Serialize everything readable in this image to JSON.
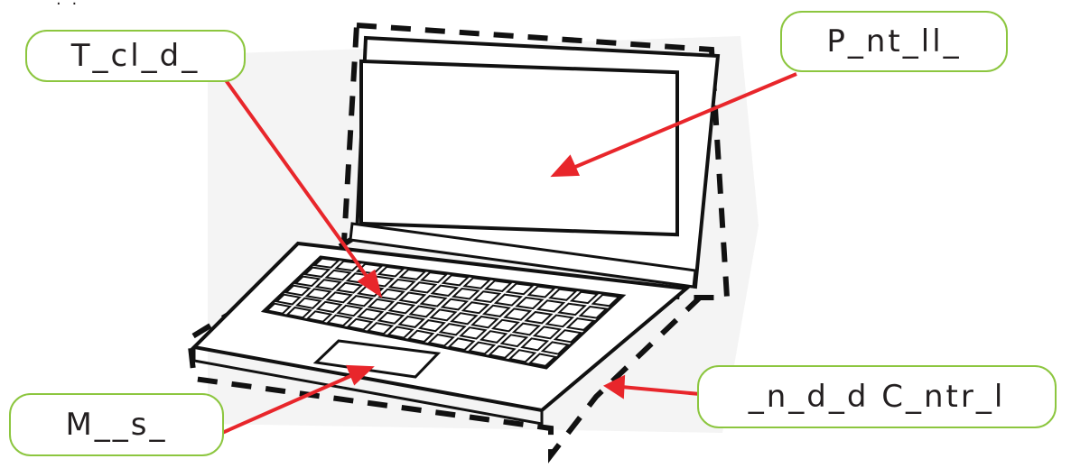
{
  "labels": {
    "keyboard": "T_cl_d_",
    "screen": "P_nt_ll_",
    "mouse": "M__s_",
    "cpu": "_n_d_d C_ntr_l"
  },
  "colors": {
    "box_border": "#8cc63f",
    "arrow": "#e8262b",
    "line": "#111111"
  },
  "icons": {
    "laptop": "laptop-drawing"
  }
}
